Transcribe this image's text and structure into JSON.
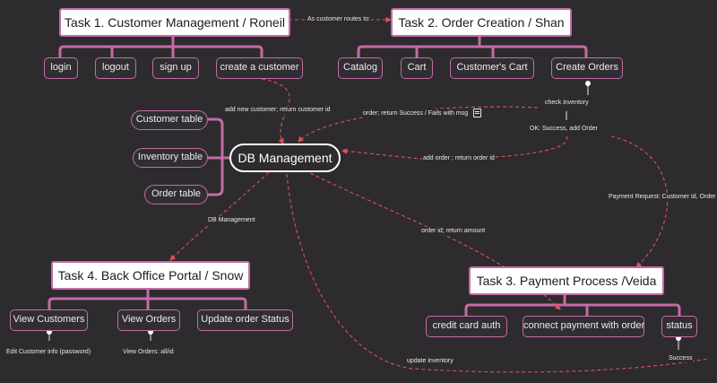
{
  "tasks": {
    "task1": "Task 1. Customer Management / Roneil",
    "task2": "Task 2. Order Creation / Shan",
    "task3": "Task 3. Payment Process /Veida",
    "task4": "Task 4. Back Office Portal / Snow"
  },
  "task1_items": [
    "login",
    "logout",
    "sign up",
    "create a customer"
  ],
  "task2_items": [
    "Catalog",
    "Cart",
    "Customer's Cart",
    "Create Orders"
  ],
  "task3_items": [
    "credit card auth",
    "connect payment with order",
    "status"
  ],
  "task4_items": [
    "View Customers",
    "View Orders",
    "Update order Status"
  ],
  "central": "DB Management",
  "tables": [
    "Customer table",
    "Inventory table",
    "Order table"
  ],
  "labels": {
    "routes": "As customer routes to:",
    "add_new_customer": "add new customer; return customer id",
    "order_return": "order; return Success / Fails with msg",
    "check_inventory": "check inventory",
    "ok_success": "OK: Success, add  Order",
    "add_order": "add order ; return order id",
    "payment_request": "Payment Request: Customer Id, Order Id",
    "db_management": "DB Management",
    "order_id_amount": "order id; return amount",
    "edit_customer": "Edit Customer info (password)",
    "view_orders_all": "View Orders: all/id",
    "update_inventory": "update inventory",
    "success": "Success"
  },
  "colors": {
    "background": "#2d2b2e",
    "branch": "#c46ba6",
    "dashed_arrow": "#e0505a",
    "central_border": "#ffffff"
  }
}
